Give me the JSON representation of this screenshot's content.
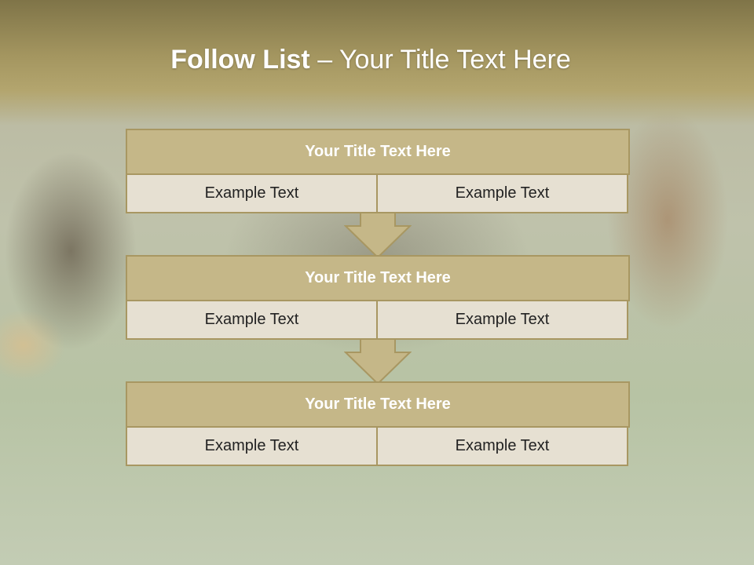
{
  "slide": {
    "title_bold": "Follow List",
    "title_rest": " – Your Title Text Here"
  },
  "blocks": [
    {
      "title": "Your Title Text Here",
      "left": "Example Text",
      "right": "Example Text"
    },
    {
      "title": "Your Title Text Here",
      "left": "Example Text",
      "right": "Example Text"
    },
    {
      "title": "Your Title Text Here",
      "left": "Example Text",
      "right": "Example Text"
    }
  ],
  "colors": {
    "header_fill": "#c5b788",
    "border": "#a89762",
    "cell_fill": "#e6e0d2",
    "arrow_fill": "#c5b788"
  },
  "icons": [
    "down-arrow-icon"
  ]
}
